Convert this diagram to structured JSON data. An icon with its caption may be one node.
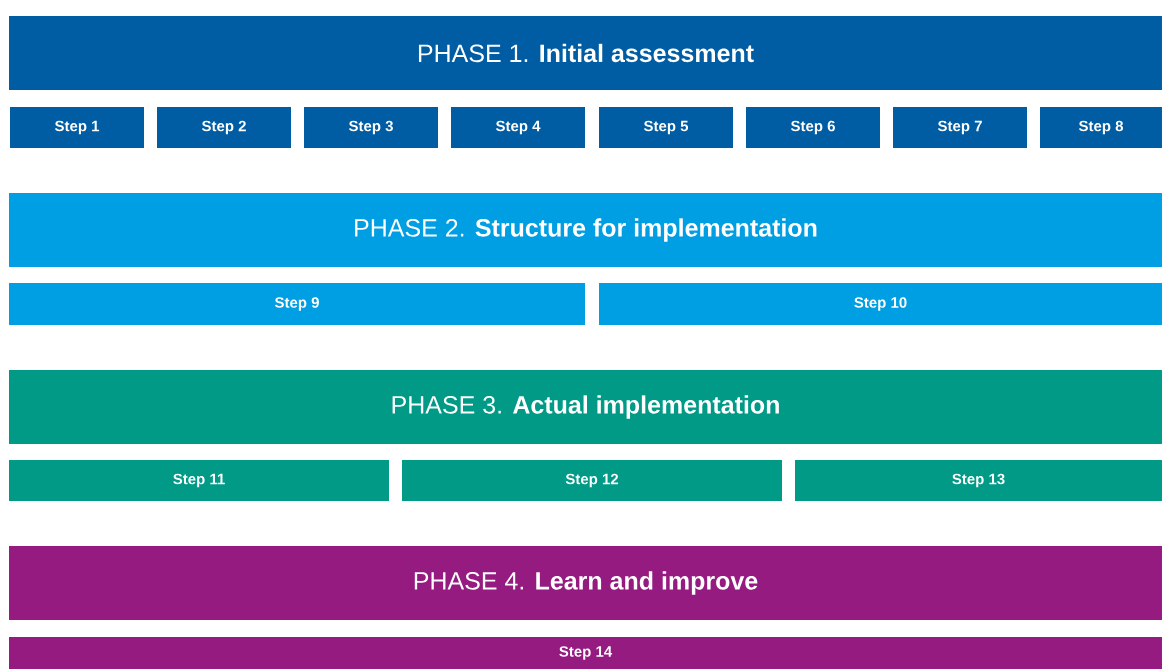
{
  "diagram": {
    "nodes": [
      {
        "text": [
          "PHASE 1. **Initial assessment**"
        ]
      },
      {
        "text": [
          "Step 1"
        ]
      },
      {
        "text": [
          "Step 2"
        ]
      },
      {
        "text": [
          "Step 3"
        ]
      },
      {
        "text": [
          "Step 4"
        ]
      },
      {
        "text": [
          "Step 5"
        ]
      },
      {
        "text": [
          "Step 6"
        ]
      },
      {
        "text": [
          "Step 7"
        ]
      },
      {
        "text": [
          "Step 8"
        ]
      },
      {
        "text": [
          "PHASE 2. **Structure for implementation**"
        ]
      },
      {
        "text": [
          "Step 9"
        ]
      },
      {
        "text": [
          "Step 10"
        ]
      },
      {
        "text": [
          "PHASE 3. **Actual implementation**"
        ]
      },
      {
        "text": [
          "Step 11"
        ]
      },
      {
        "text": [
          "Step 12"
        ]
      },
      {
        "text": [
          "Step 13"
        ]
      },
      {
        "text": [
          "PHASE 4. **Learn and improve**"
        ]
      },
      {
        "text": [
          "Step 14"
        ]
      }
    ]
  }
}
